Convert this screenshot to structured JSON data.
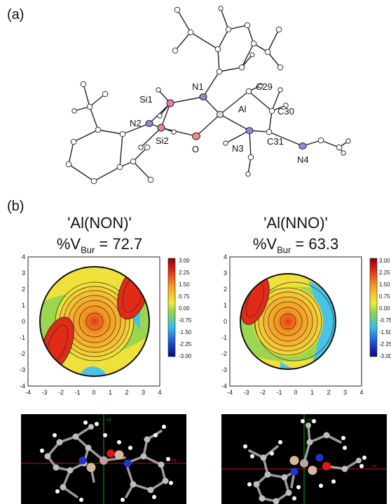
{
  "panel_a": {
    "label": "(a)",
    "atom_labels": {
      "si1": "Si1",
      "si2": "Si2",
      "n1": "N1",
      "n2": "N2",
      "n3": "N3",
      "n4": "N4",
      "al": "Al",
      "o": "O",
      "c29": "C29",
      "c30": "C30",
      "c31": "C31"
    }
  },
  "panel_b": {
    "label": "(b)"
  },
  "maps": [
    {
      "title": "'Al(NON)'",
      "vbur_prefix": "%V",
      "vbur_sub": "Bur",
      "vbur_value": " = 72.7",
      "x_ticks": [
        "-4",
        "-3",
        "-2",
        "-1",
        "0",
        "1",
        "2",
        "3",
        "4"
      ],
      "y_ticks": [
        "4",
        "3",
        "2",
        "1",
        "0",
        "-1",
        "-2",
        "-3",
        "-4"
      ],
      "colorbar_ticks": [
        "3.00",
        "2.25",
        "1.50",
        "0.75",
        "0.00",
        "-0.75",
        "-1.50",
        "-2.25",
        "-3.00"
      ]
    },
    {
      "title": "'Al(NNO)'",
      "vbur_prefix": "%V",
      "vbur_sub": "Bur",
      "vbur_value": " = 63.3",
      "x_ticks": [
        "-4",
        "-3",
        "-2",
        "-1",
        "0",
        "1",
        "2",
        "3",
        "4"
      ],
      "y_ticks": [
        "4",
        "3",
        "2",
        "1",
        "0",
        "-1",
        "-2",
        "-3",
        "-4"
      ],
      "colorbar_ticks": [
        "3.00",
        "2.25",
        "1.50",
        "0.75",
        "0.00",
        "-0.75",
        "-1.50",
        "-2.25",
        "-3.00"
      ]
    }
  ],
  "renders": {
    "axis_labels": {
      "x": "+x",
      "y": "+y"
    }
  },
  "colors": {
    "map_red": "#d42a1a",
    "map_orange": "#f59320",
    "map_yellow": "#f1e23a",
    "map_green": "#8bd24a",
    "map_cyan": "#44c1e6",
    "map_blue": "#1a3dc9",
    "nitrogen": "#2233cc",
    "oxygen": "#e01818",
    "silicon": "#d9b89a",
    "axis_x": "#cc1111",
    "axis_y": "#11aa11"
  }
}
